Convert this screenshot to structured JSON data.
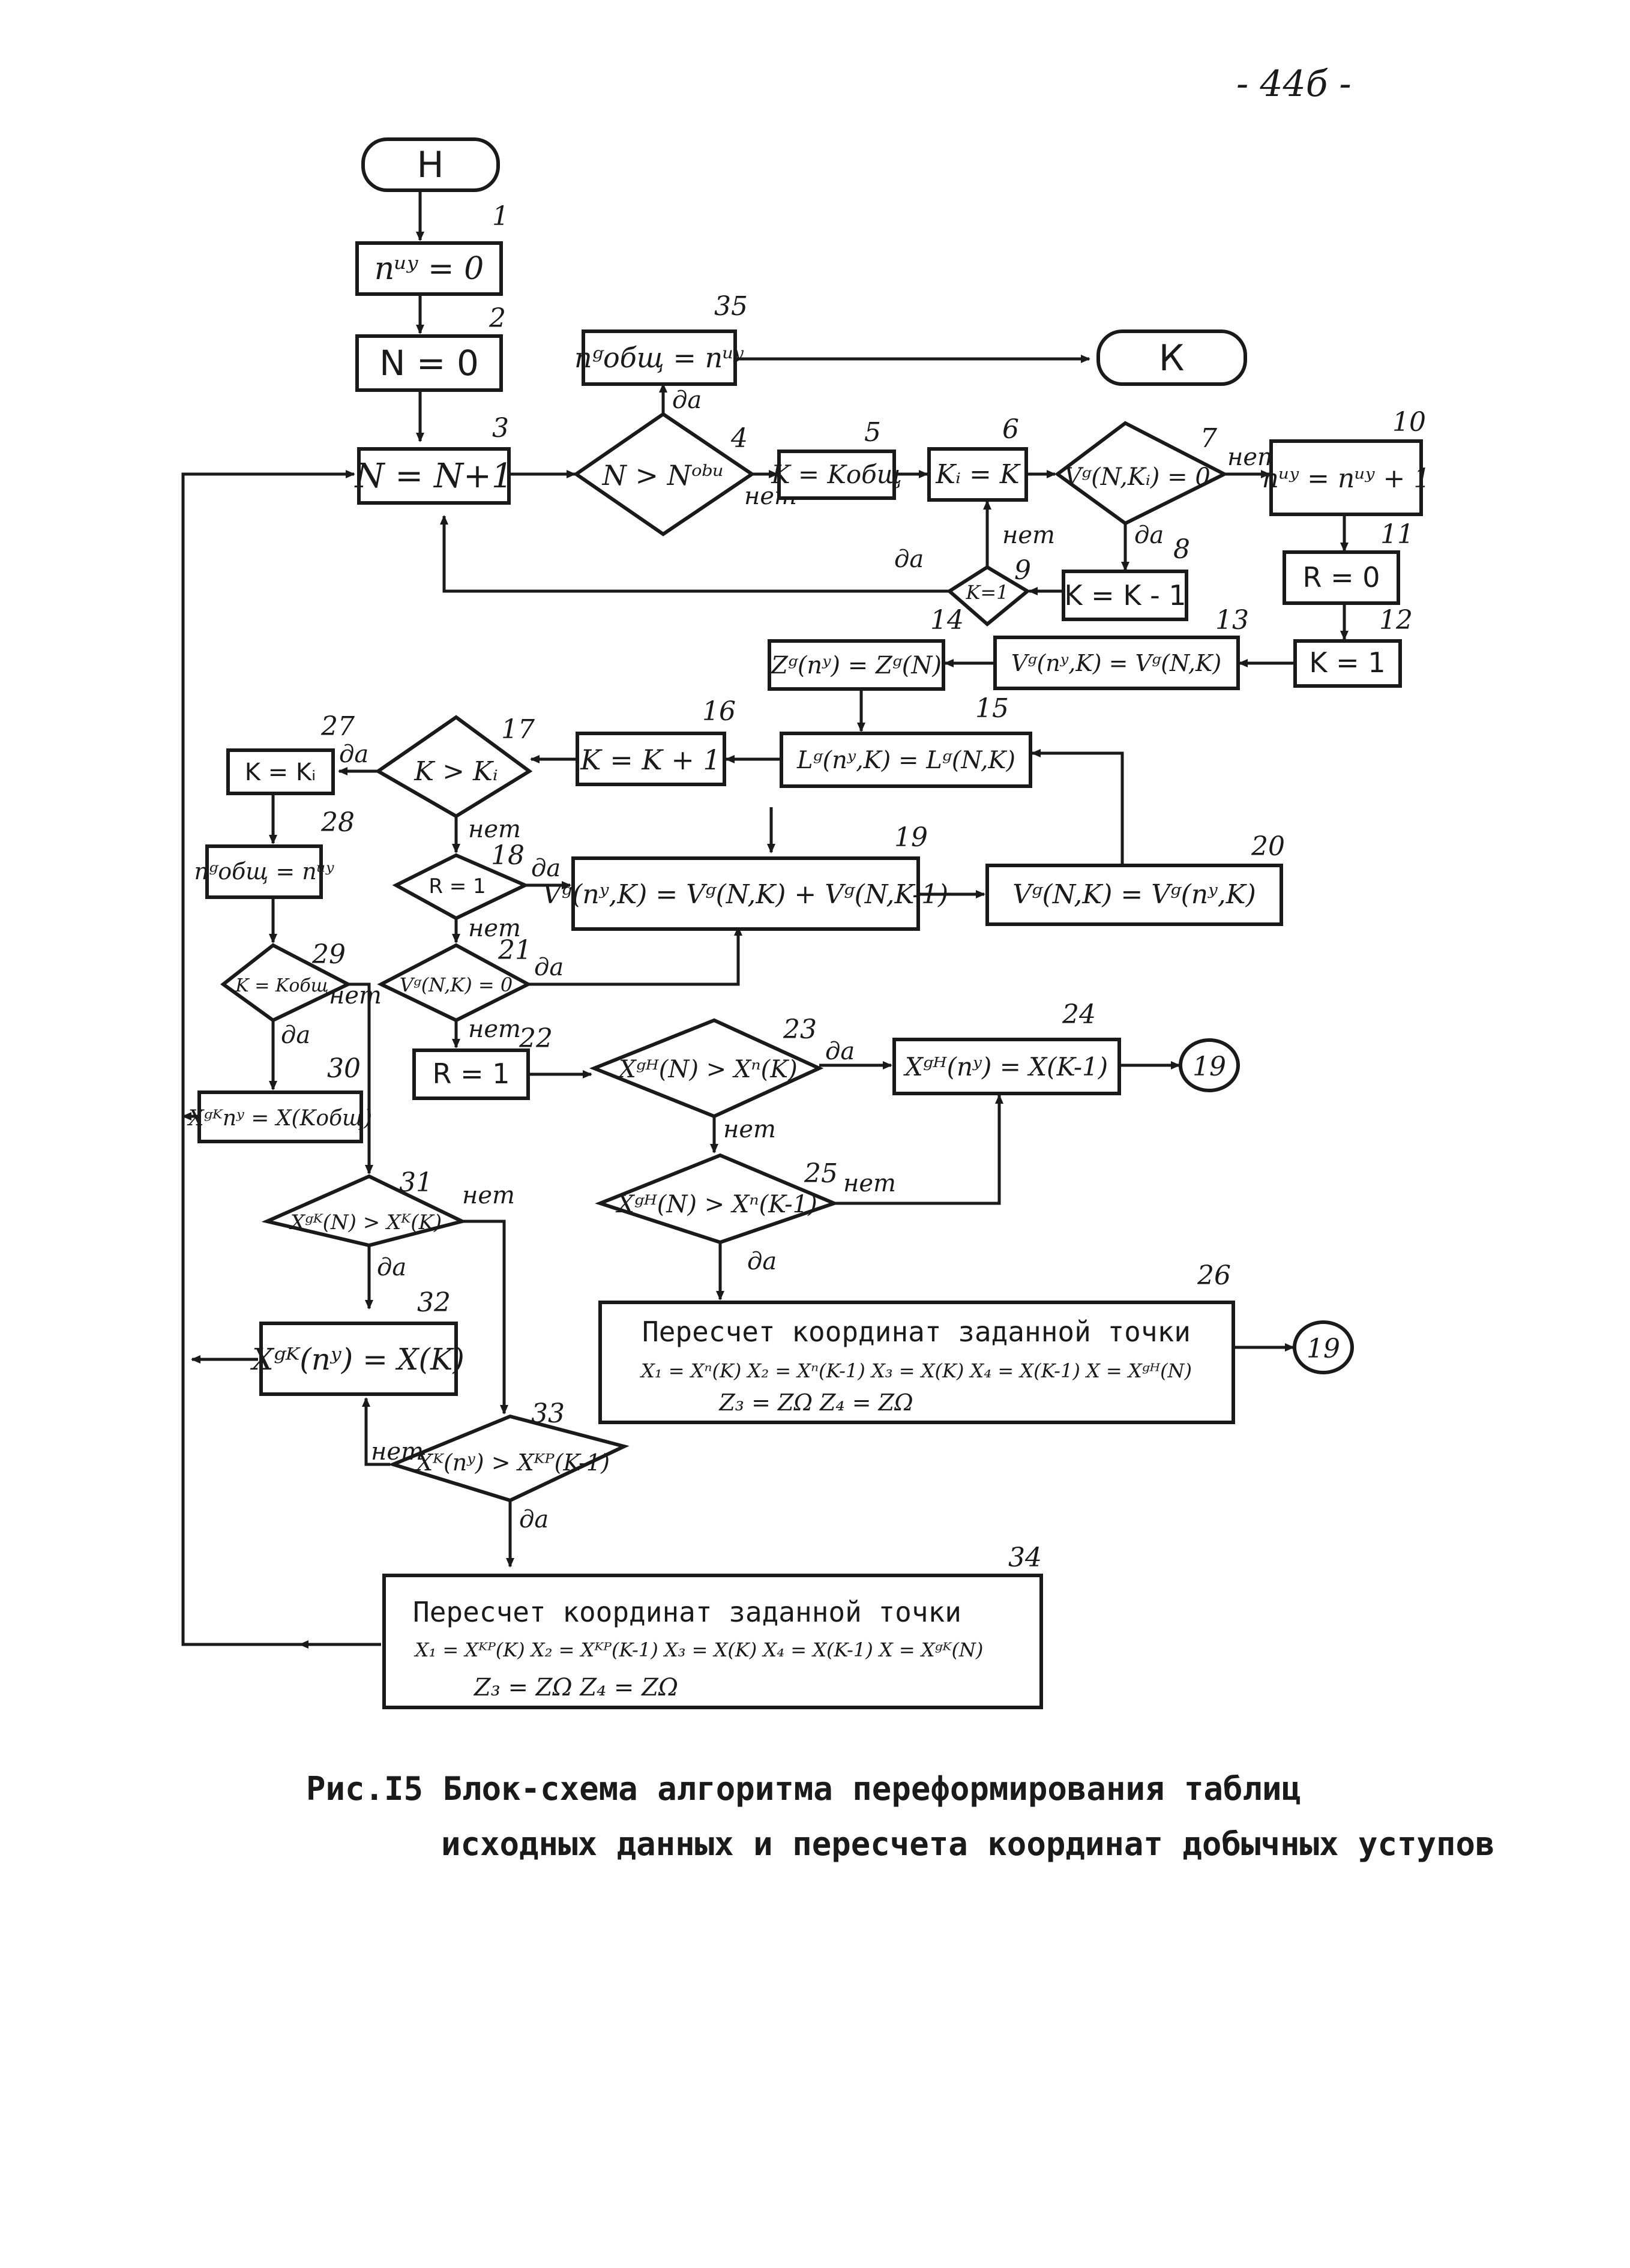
{
  "page": {
    "number": "- 44б -"
  },
  "nodes": {
    "start": {
      "label": "Н"
    },
    "n1": {
      "num": "1",
      "text": "nᵘʸ = 0"
    },
    "n2": {
      "num": "2",
      "text": "N = 0"
    },
    "n3": {
      "num": "3",
      "text": "N = N+1"
    },
    "n4": {
      "num": "4",
      "text": "N > Nᵒᵇᵘ"
    },
    "n5": {
      "num": "5",
      "text": "K = Kобщ"
    },
    "n6": {
      "num": "6",
      "text": "Kᵢ = K"
    },
    "n7": {
      "num": "7",
      "text": "Vᵍ(N,Kᵢ) = 0"
    },
    "n8": {
      "num": "8",
      "text": "K = K - 1"
    },
    "n9": {
      "num": "9",
      "text": "K=1"
    },
    "n10": {
      "num": "10",
      "text": "nᵘʸ = nᵘʸ + 1"
    },
    "n11": {
      "num": "11",
      "text": "R = 0"
    },
    "n12": {
      "num": "12",
      "text": "K = 1"
    },
    "n13": {
      "num": "13",
      "text": "Vᵍ(nʸ,K) = Vᵍ(N,K)"
    },
    "n14": {
      "num": "14",
      "text": "Zᵍ(nʸ) = Zᵍ(N)"
    },
    "n15": {
      "num": "15",
      "text": "Lᵍ(nʸ,K) = Lᵍ(N,K)"
    },
    "n16": {
      "num": "16",
      "text": "K = K + 1"
    },
    "n17": {
      "num": "17",
      "text": "K > Kᵢ"
    },
    "n18": {
      "num": "18",
      "text": "R = 1"
    },
    "n19": {
      "num": "19",
      "text": "Vᵍ(nʸ,K) = Vᵍ(N,K) + Vᵍ(N,K-1)"
    },
    "n20": {
      "num": "20",
      "text": "Vᵍ(N,K) = Vᵍ(nʸ,K)"
    },
    "n21": {
      "num": "21",
      "text": "Vᵍ(N,K) = 0"
    },
    "n22": {
      "num": "22",
      "text": "R = 1"
    },
    "n23": {
      "num": "23",
      "text": "Xᵍᴴ(N) > Xⁿ(K)"
    },
    "n24": {
      "num": "24",
      "text": "Xᵍᴴ(nʸ) = X(K-1)"
    },
    "n25": {
      "num": "25",
      "text": "Xᵍᴴ(N) > Xⁿ(K-1)"
    },
    "n26": {
      "num": "26",
      "title": "Пересчет координат заданной точки",
      "line2": "X₁ = Xⁿ(K)  X₂ = Xⁿ(K-1)  X₃ = X(K)  X₄ = X(K-1)  X = Xᵍᴴ(N)",
      "line3": "Z₃ = ZΩ      Z₄ = ZΩ"
    },
    "n27": {
      "num": "27",
      "text": "K = Kᵢ"
    },
    "n28": {
      "num": "28",
      "text": "nᵍобщ = nᵘʸ"
    },
    "n29": {
      "num": "29",
      "text": "K = Kобщ"
    },
    "n30": {
      "num": "30",
      "text": "Xᵍᴷnʸ = X(Kобщ)"
    },
    "n31": {
      "num": "31",
      "text": "Xᵍᴷ(N) > Xᴷ(K)"
    },
    "n32": {
      "num": "32",
      "text": "Xᵍᴷ(nʸ) = X(K)"
    },
    "n33": {
      "num": "33",
      "text": "Xᴷ(nʸ) > Xᴷᴾ(K-1)"
    },
    "n34": {
      "num": "34",
      "title": "Пересчет координат заданной точки",
      "line2": "X₁ = Xᴷᴾ(K)  X₂ = Xᴷᴾ(K-1)  X₃ = X(K)  X₄ = X(K-1)  X = Xᵍᴷ(N)",
      "line3": "Z₃ = ZΩ   Z₄ = ZΩ"
    },
    "n35": {
      "num": "35",
      "text": "nᵍобщ = nᵘʸ"
    },
    "end": {
      "label": "К"
    },
    "conn1": {
      "label": "19"
    },
    "conn2": {
      "label": "19"
    }
  },
  "edge_labels": {
    "yes": "да",
    "no": "нет"
  },
  "caption": {
    "line1": "Рис.I5  Блок-схема алгоритма переформирования таблиц",
    "line2": "исходных данных и пересчета координат добычных уступов"
  }
}
